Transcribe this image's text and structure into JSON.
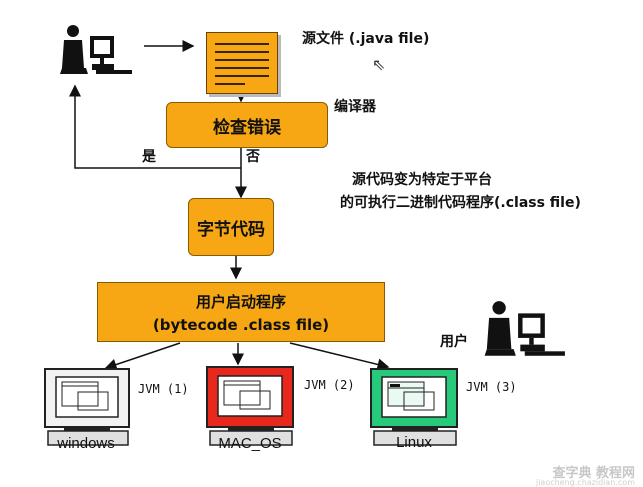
{
  "source_file": "源文件 (.java file)",
  "check_errors": "检查错误",
  "compiler": "编译器",
  "yes": "是",
  "no": "否",
  "transform_line1": "源代码变为特定于平台",
  "transform_line2": "的可执行二进制代码程序(.class file)",
  "bytecode": "字节代码",
  "launcher_line1": "用户启动程序",
  "launcher_line2": "(bytecode .class file)",
  "user": "用户",
  "platforms": [
    {
      "os": "windows",
      "jvm": "JVM (1)",
      "frame_color": "#f2f2f2"
    },
    {
      "os": "MAC_OS",
      "jvm": "JVM (2)",
      "frame_color": "#e8281c"
    },
    {
      "os": "Linux",
      "jvm": "JVM (3)",
      "frame_color": "#27c97a"
    }
  ],
  "watermark": "查字典 教程网",
  "watermark_url": "jiaocheng.chazidian.com"
}
